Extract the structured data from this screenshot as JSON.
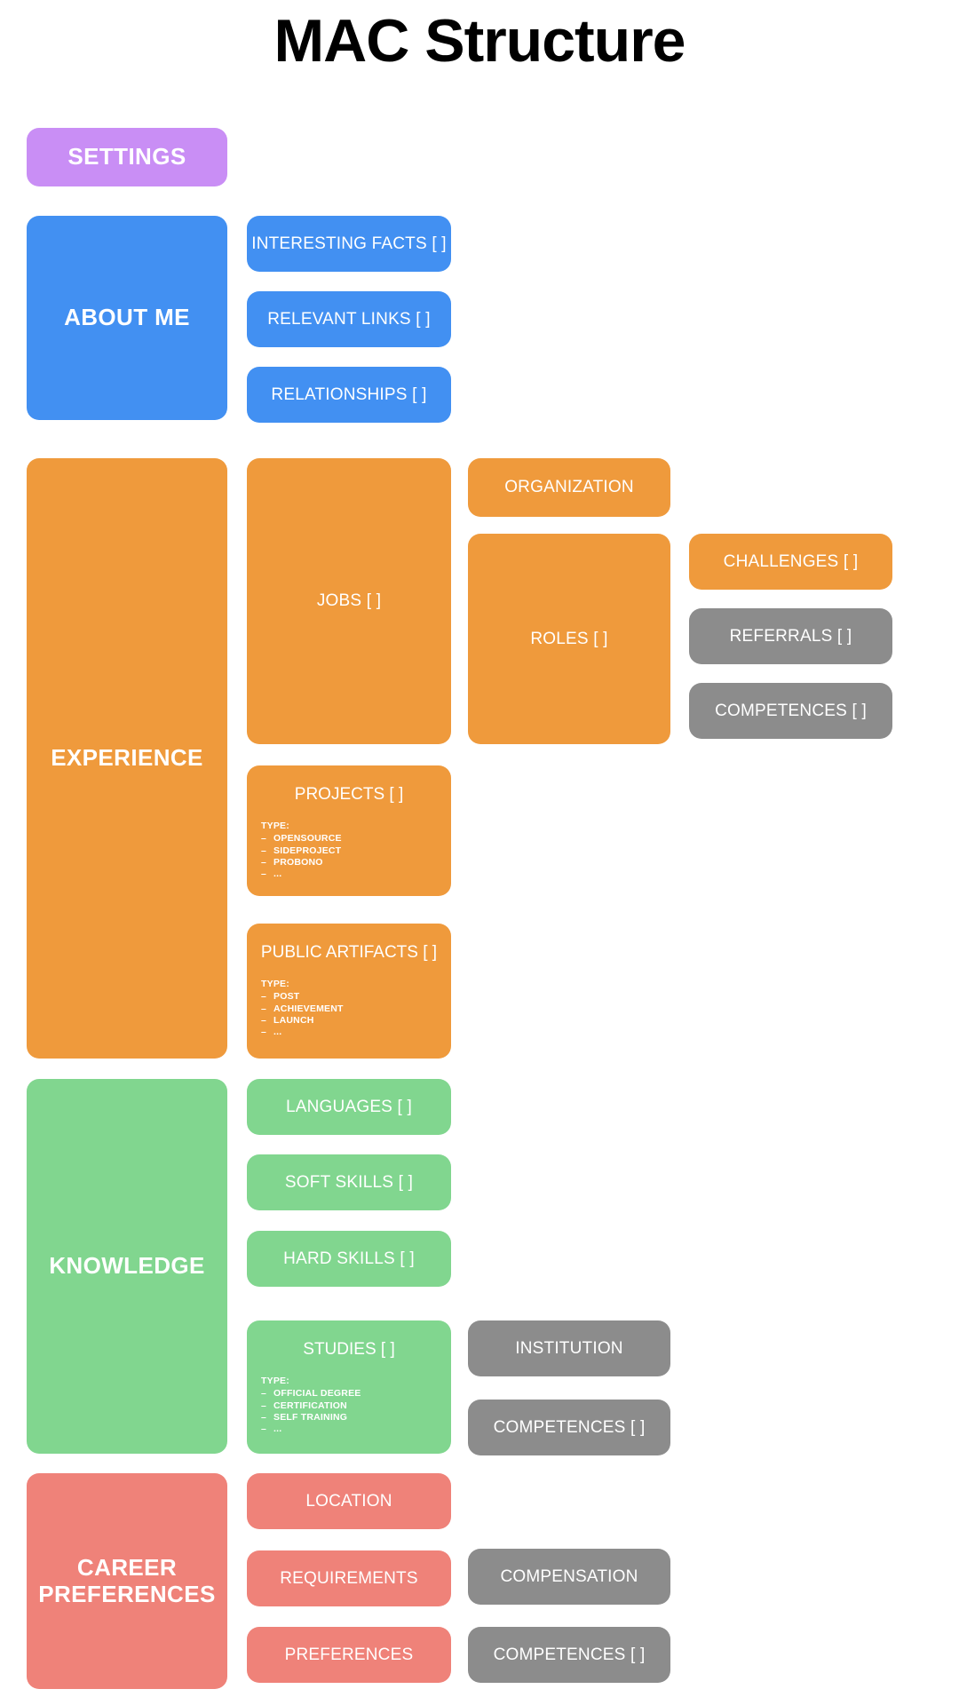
{
  "page": {
    "title": "MAC Structure",
    "background": "#ffffff"
  },
  "colors": {
    "settings": "#c98ef5",
    "about_me": "#4290f2",
    "experience": "#ef9a3c",
    "knowledge": "#81d68f",
    "career_preferences": "#ef8279",
    "secondary": "#8c8c8c",
    "text_on_card": "#ffffff",
    "title": "#000000"
  },
  "sections": {
    "settings": {
      "label": "SETTINGS"
    },
    "about_me": {
      "label": "ABOUT ME",
      "children": [
        {
          "label": "INTERESTING FACTS [ ]"
        },
        {
          "label": "RELEVANT LINKS [ ]"
        },
        {
          "label": "RELATIONSHIPS [ ]"
        }
      ]
    },
    "experience": {
      "label": "EXPERIENCE",
      "jobs": {
        "label": "JOBS [ ]"
      },
      "organization": {
        "label": "ORGANIZATION"
      },
      "roles": {
        "label": "ROLES [ ]"
      },
      "challenges": {
        "label": "CHALLENGES [ ]"
      },
      "referrals": {
        "label": "REFERRALS [ ]"
      },
      "competences": {
        "label": "COMPETENCES [ ]"
      },
      "projects": {
        "label": "PROJECTS [ ]",
        "type_head": "TYPE:",
        "types": [
          "OPENSOURCE",
          "SIDEPROJECT",
          "PROBONO",
          "..."
        ]
      },
      "public_artifacts": {
        "label": "PUBLIC ARTIFACTS [ ]",
        "type_head": "TYPE:",
        "types": [
          "POST",
          "ACHIEVEMENT",
          "LAUNCH",
          "..."
        ]
      }
    },
    "knowledge": {
      "label": "KNOWLEDGE",
      "languages": {
        "label": "LANGUAGES [ ]"
      },
      "soft_skills": {
        "label": "SOFT SKILLS [ ]"
      },
      "hard_skills": {
        "label": "HARD SKILLS [ ]"
      },
      "studies": {
        "label": "STUDIES [ ]",
        "type_head": "TYPE:",
        "types": [
          "OFFICIAL DEGREE",
          "CERTIFICATION",
          "SELF TRAINING",
          "..."
        ]
      },
      "institution": {
        "label": "INSTITUTION"
      },
      "competences": {
        "label": "COMPETENCES [ ]"
      }
    },
    "career_preferences": {
      "label": "CAREER\nPREFERENCES",
      "label_line1": "CAREER",
      "label_line2": "PREFERENCES",
      "location": {
        "label": "LOCATION"
      },
      "requirements": {
        "label": "REQUIREMENTS"
      },
      "preferences": {
        "label": "PREFERENCES"
      },
      "compensation": {
        "label": "COMPENSATION"
      },
      "competences": {
        "label": "COMPETENCES [ ]"
      }
    }
  }
}
